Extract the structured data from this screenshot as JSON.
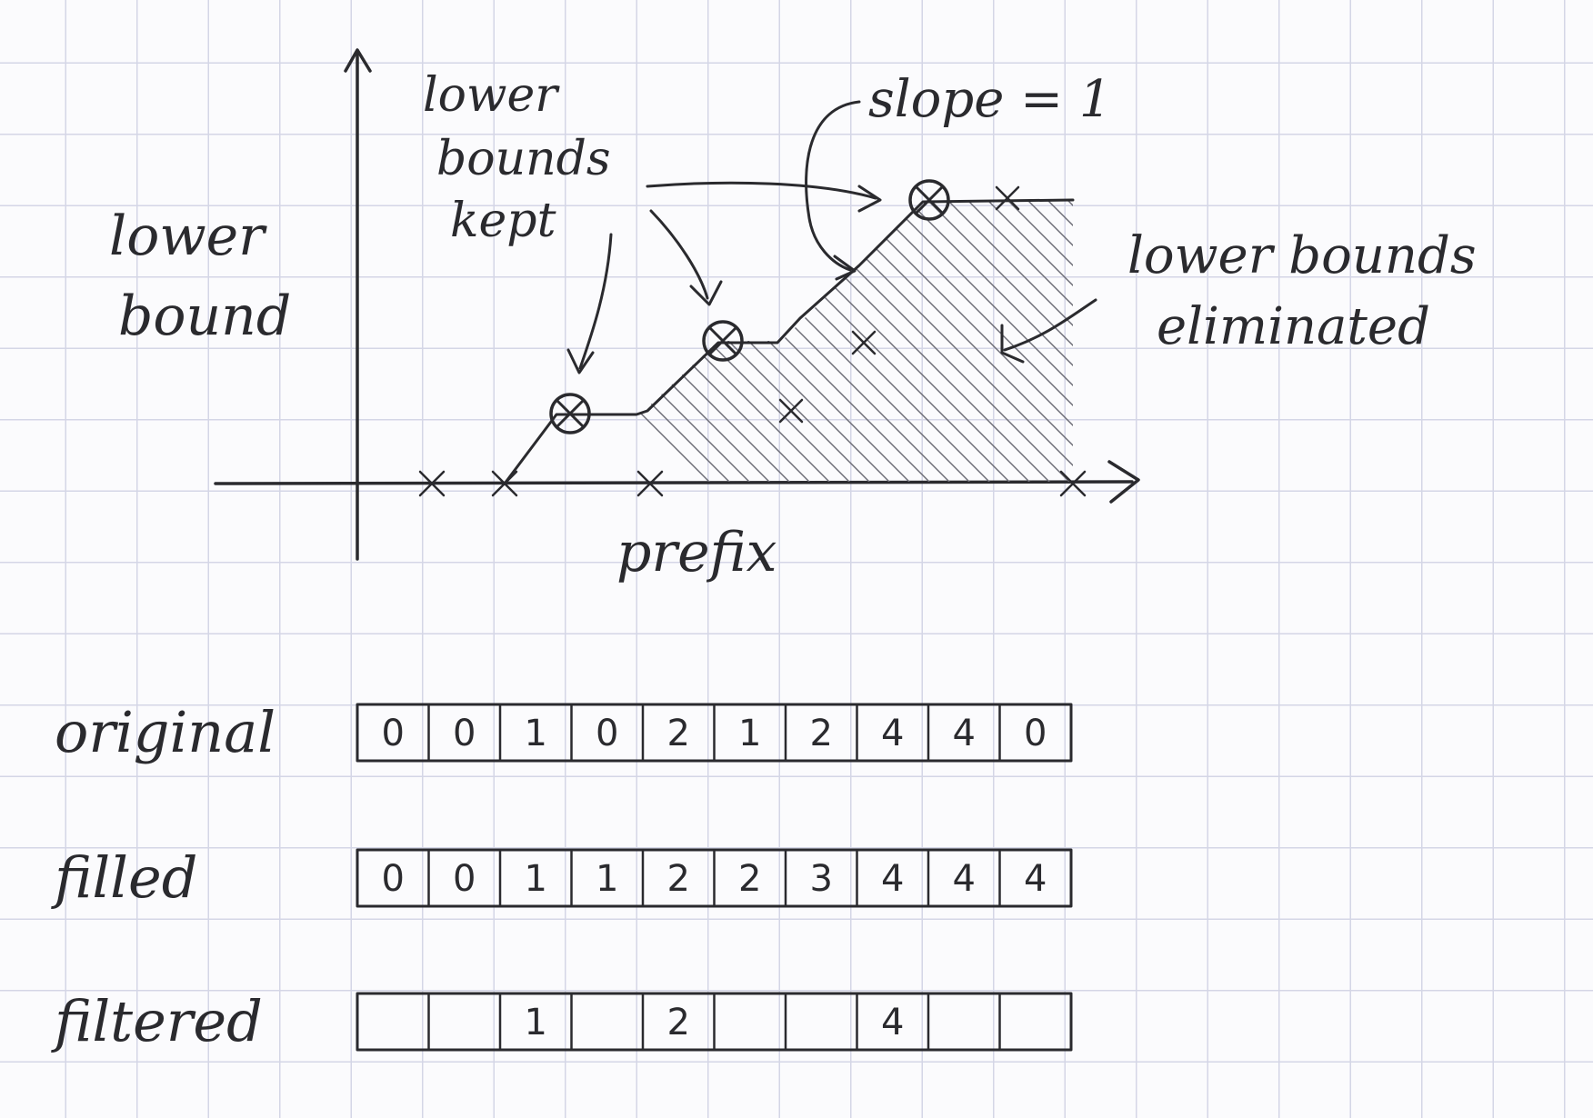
{
  "graph": {
    "y_axis_label": [
      "lower",
      "bound"
    ],
    "x_axis_label": "prefix",
    "kept_label": [
      "lower",
      "bounds",
      "kept"
    ],
    "slope_label": "slope = 1",
    "eliminated_label": [
      "lower bounds",
      "eliminated"
    ]
  },
  "arrays": [
    {
      "label": "original",
      "values": [
        "0",
        "0",
        "1",
        "0",
        "2",
        "1",
        "2",
        "4",
        "4",
        "0"
      ]
    },
    {
      "label": "filled",
      "values": [
        "0",
        "0",
        "1",
        "1",
        "2",
        "2",
        "3",
        "4",
        "4",
        "4"
      ]
    },
    {
      "label": "filtered",
      "values": [
        "",
        "",
        "1",
        "",
        "2",
        "",
        "",
        "4",
        "",
        ""
      ]
    }
  ]
}
